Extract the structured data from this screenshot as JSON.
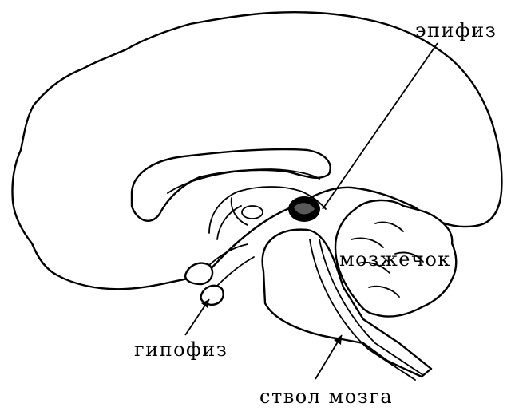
{
  "labels": {
    "epiphysis": "эпифиз",
    "cerebellum": "мозжечок",
    "pituitary": "гипофиз",
    "brainstem": "ствол мозга"
  },
  "colors": {
    "line": "#000000",
    "background": "#ffffff"
  }
}
